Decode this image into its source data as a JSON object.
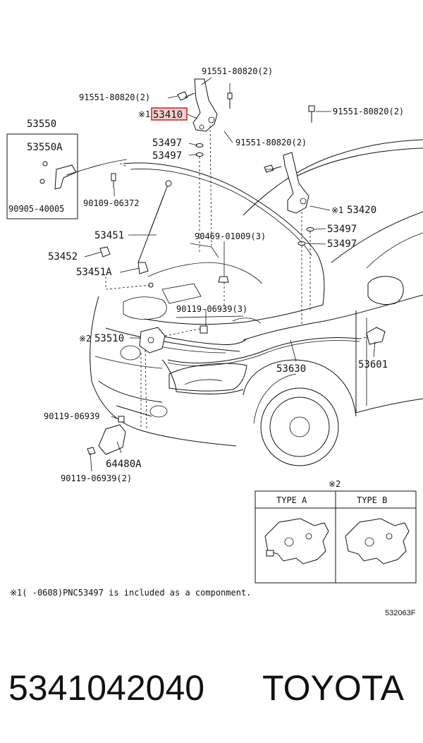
{
  "diagram": {
    "labels": {
      "b1": "91551-80820(2)",
      "b2": "91551-80820(2)",
      "b3": "91551-80820(2)",
      "b4": "91551-80820(2)",
      "hinge_mark": "※1",
      "hinge": "53410",
      "p53550": "53550",
      "p53550a": "53550A",
      "p90905": "90905-40005",
      "p90109": "90109-06372",
      "p53497a": "53497",
      "p53497b": "53497",
      "p53497c": "53497",
      "p53497d": "53497",
      "p53420_mark": "※1",
      "p53420": "53420",
      "p53451": "53451",
      "p53452": "53452",
      "p53451a": "53451A",
      "p90469": "90469-01009(3)",
      "p90119a": "90119-06939(3)",
      "p53510_mark": "※2",
      "p53510": "53510",
      "p53630": "53630",
      "p53601": "53601",
      "p90119b": "90119-06939",
      "p64480a": "64480A",
      "p90119c": "90119-06939(2)"
    },
    "inset": {
      "mark": "※2",
      "type_a": "TYPE  A",
      "type_b": "TYPE  B"
    },
    "footnote": "※1(    -0608)PNC53497 is included as a componment.",
    "figure_code": "532063F"
  },
  "caption": {
    "part_number": "5341042040",
    "brand": "TOYOTA"
  },
  "colors": {
    "highlight_stroke": "#d21c1c",
    "highlight_fill": "#f7cfcf",
    "ink": "#111111"
  }
}
